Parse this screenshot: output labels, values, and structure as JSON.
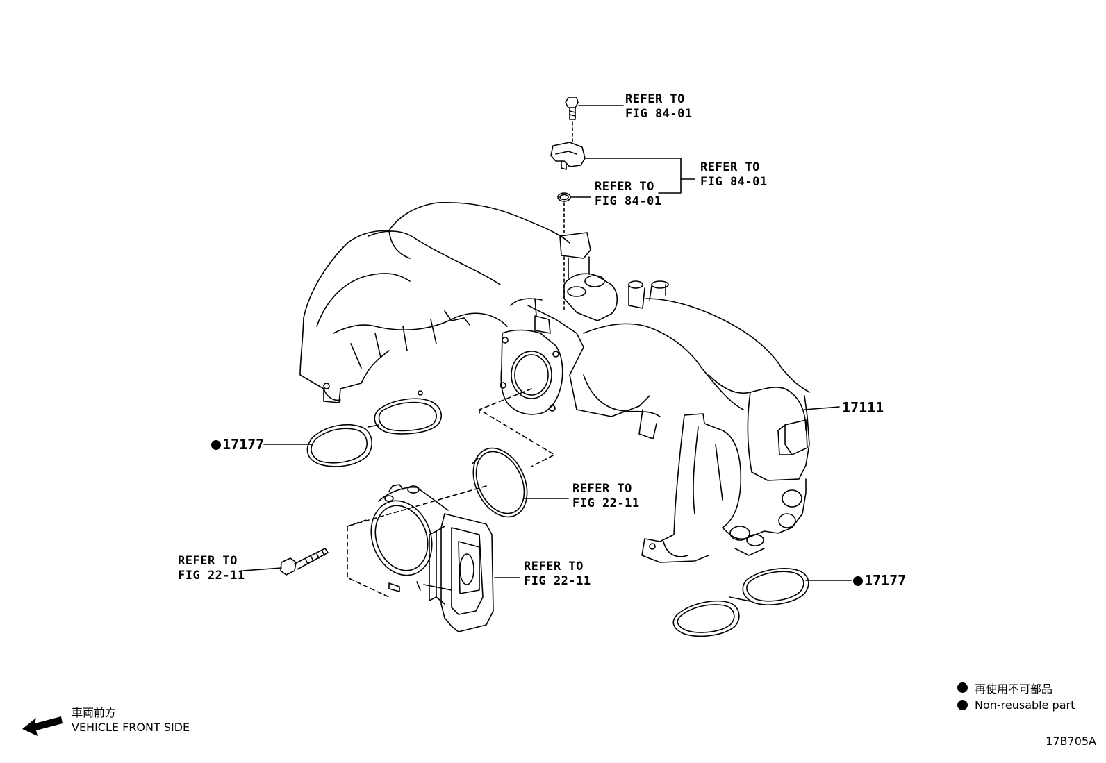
{
  "refs": {
    "bolt_top": [
      "REFER TO",
      "FIG 84-01"
    ],
    "sensor": [
      "REFER TO",
      "FIG 84-01"
    ],
    "oring": [
      "REFER TO",
      "FIG 84-01"
    ],
    "throttle_gasket": [
      "REFER TO",
      "FIG 22-11"
    ],
    "throttle_bolt": [
      "REFER TO",
      "FIG 22-11"
    ],
    "throttle_body": [
      "REFER TO",
      "FIG 22-11"
    ]
  },
  "parts": {
    "manifold": "17111",
    "gasket_left": "17177",
    "gasket_right": "17177"
  },
  "legend": {
    "japanese": "再使用不可部品",
    "english": "Non-reusable part"
  },
  "front": {
    "japanese": "車両前方",
    "english": "VEHICLE FRONT SIDE"
  },
  "illustration_id": "17B705A"
}
